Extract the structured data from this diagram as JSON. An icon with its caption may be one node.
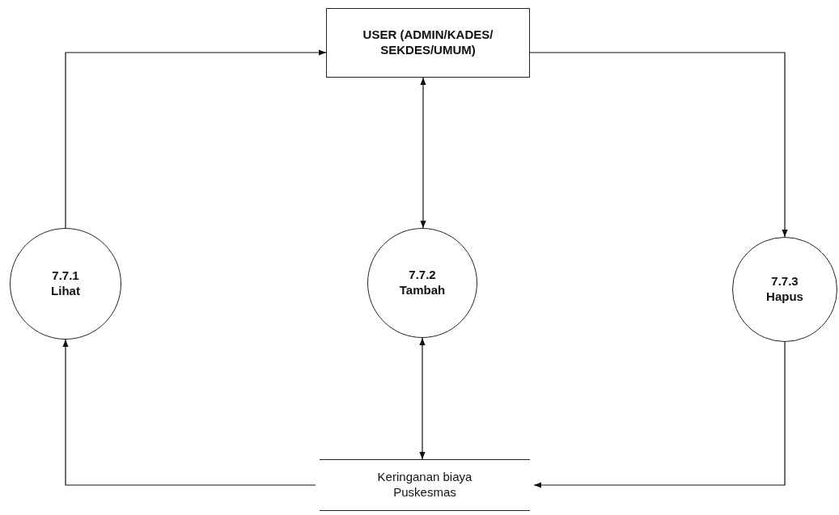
{
  "diagram": {
    "nodes": [
      {
        "text": [
          "USER (ADMIN/KADES/ SEKDES/UMUM)"
        ]
      },
      {
        "text": [
          "7.7.1",
          "Lihat"
        ]
      },
      {
        "text": [
          "7.7.2",
          "Tambah"
        ]
      },
      {
        "text": [
          "7.7.3",
          "Hapus"
        ]
      },
      {
        "text": [
          "Keringanan biaya Puskesmas"
        ]
      }
    ],
    "edges": [
      {
        "from": 1,
        "to": 0,
        "arrow": "to"
      },
      {
        "from": 0,
        "to": 3,
        "arrow": "to"
      },
      {
        "from": 0,
        "to": 2,
        "arrow": "both"
      },
      {
        "from": 2,
        "to": 4,
        "arrow": "both"
      },
      {
        "from": 4,
        "to": 1,
        "arrow": "to"
      },
      {
        "from": 3,
        "to": 4,
        "arrow": "to"
      }
    ]
  }
}
